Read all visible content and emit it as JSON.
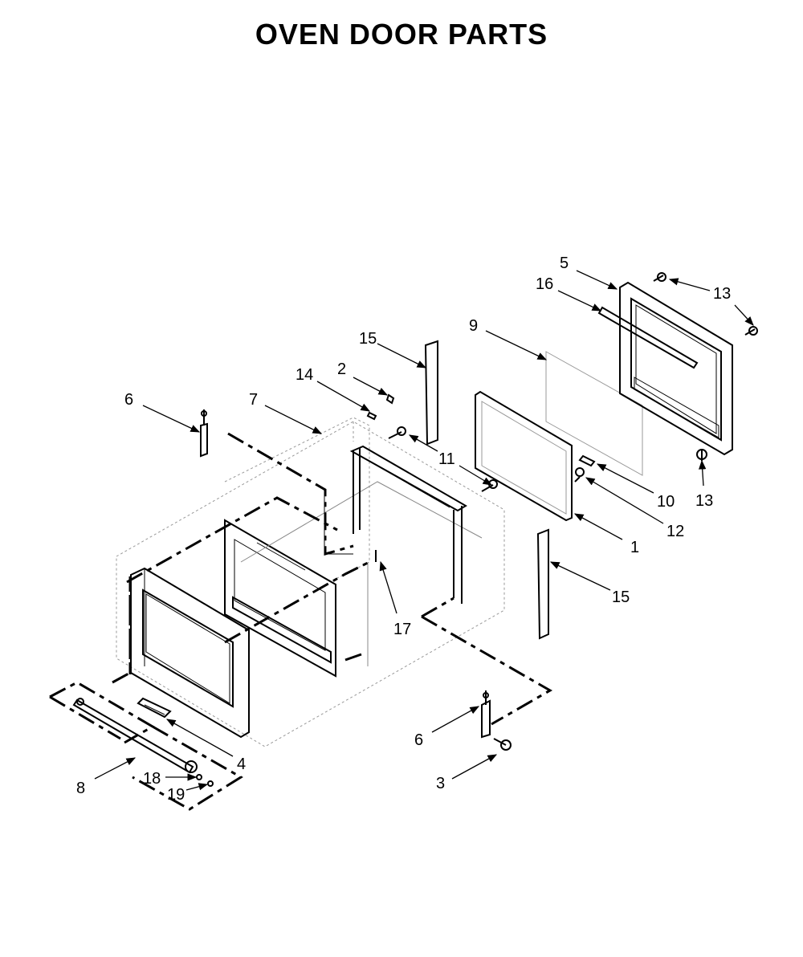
{
  "title": "OVEN DOOR PARTS",
  "callouts": {
    "c1": "1",
    "c2": "2",
    "c3": "3",
    "c4": "4",
    "c5": "5",
    "c6a": "6",
    "c6b": "6",
    "c7": "7",
    "c8": "8",
    "c9": "9",
    "c10": "10",
    "c11": "11",
    "c12": "12",
    "c13a": "13",
    "c13b": "13",
    "c14": "14",
    "c15a": "15",
    "c15b": "15",
    "c16": "16",
    "c17": "17",
    "c18": "18",
    "c19": "19"
  }
}
